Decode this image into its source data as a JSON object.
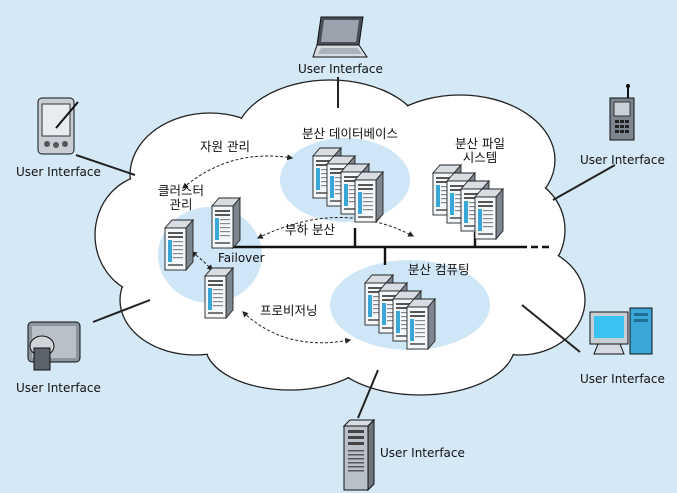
{
  "diagram": {
    "user_interfaces": [
      {
        "id": "laptop",
        "label": "User Interface",
        "icon": "laptop-icon"
      },
      {
        "id": "pda",
        "label": "User Interface",
        "icon": "pda-icon"
      },
      {
        "id": "phone",
        "label": "User Interface",
        "icon": "mobile-phone-icon"
      },
      {
        "id": "kiosk",
        "label": "User Interface",
        "icon": "kiosk-terminal-icon"
      },
      {
        "id": "desktop",
        "label": "User Interface",
        "icon": "desktop-pc-icon"
      },
      {
        "id": "server",
        "label": "User Interface",
        "icon": "server-tower-icon"
      }
    ],
    "labels": {
      "resource_mgmt": "자원 관리",
      "distributed_db": "분산 데이터베이스",
      "distributed_fs_line1": "분산 파일",
      "distributed_fs_line2": "시스템",
      "cluster_mgmt_line1": "클러스터",
      "cluster_mgmt_line2": "관리",
      "load_balancing": "부하 분산",
      "failover": "Failover",
      "distributed_computing": "분산 컴퓨팅",
      "provisioning": "프로비저닝"
    },
    "colors": {
      "background": "#d5e8f6",
      "cloud": "#ffffff",
      "cluster_fill": "#cfe6f6",
      "server_front": "#f4f7fa",
      "server_accent": "#39a7d8"
    }
  }
}
